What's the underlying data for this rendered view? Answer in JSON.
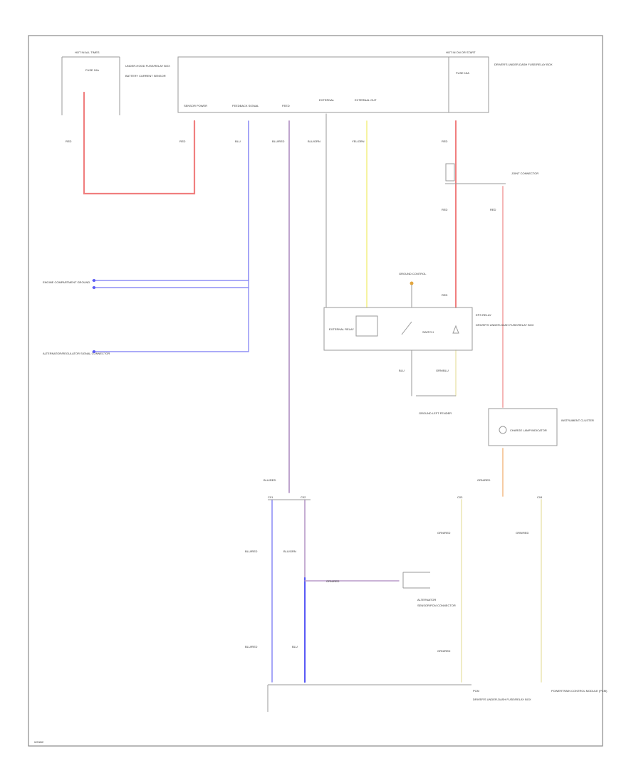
{
  "colors": {
    "red": "#f07f7f",
    "pink": "#f5b6b6",
    "blue": "#8f8ff5",
    "blue_dark": "#5b5bf5",
    "violet": "#b89ac8",
    "yellow": "#f3f08a",
    "cream": "#eeeac0",
    "gray": "#9a9a9a",
    "orange": "#f5c79a",
    "line": "#8a8a8a"
  },
  "labels": {
    "top_left_hdr": "HOT IN ALL TIMES",
    "fuse_small": "FUSE 10A",
    "fuse_small_desc": "BATTERY CURRENT SENSOR",
    "fuse_box_desc": "UNDER-HOOD FUSE/RELAY BOX",
    "top_right_hdr": "HOT IN ON OR START",
    "fuse_right": "FUSE 15A",
    "fuse_right_desc": "DRIVER'S UNDER-DASH FUSE/RELAY BOX",
    "pcm_pin1": "SENSOR POWER",
    "pcm_pin2": "FEEDBACK SIGNAL",
    "pcm_pin3": "FEED",
    "pcm_pin4": "EXTERNAL",
    "pcm_pin5": "EXTERNAL OUT",
    "w_red1": "RED",
    "w_red2": "RED",
    "w_blu": "BLU",
    "w_blu_red": "BLU/RED",
    "w_blu_grn": "BLU/GRN",
    "w_yel_grn": "YEL/GRN",
    "w_red3": "RED",
    "w_red4": "RED",
    "w_red5": "RED",
    "w_red6": "RED",
    "joint_conn": "JOINT CONNECTOR",
    "left_conn1": "ENGINE COMPARTMENT GROUND",
    "left_conn2": "ALTERNATOR/REGULATOR SIGNAL CONNECTOR",
    "ground_ctrl": "GROUND CONTROL",
    "relay_title": "EPS RELAY",
    "relay_coil": "EXTERNAL RELAY",
    "relay_switch": "SWITCH",
    "relay_desc": "DRIVER'S UNDER-DASH FUSE/RELAY BOX",
    "w_blu2": "BLU",
    "w_grn": "GRN/BLU",
    "ground_bottom": "GROUND LEFT FENDER",
    "indicator_box": "INSTRUMENT CLUSTER",
    "indicator_lamp": "CHARGE LAMP INDICATOR",
    "w_grn_red": "GRN/RED",
    "w_blu_red2": "BLU/RED",
    "w_blu_red3": "BLU/RED",
    "w_blu_grn2": "BLU/GRN",
    "w_blu3": "BLU",
    "w_blu_red4": "BLU/RED",
    "c_label_a": "C01",
    "c_label_b": "C02",
    "c_label_c": "C03",
    "c_label_d": "C04",
    "w_grn_red2": "GRN/RED",
    "w_grn_red3": "GRN/RED",
    "w_grn_red4": "GRN/RED",
    "w_grn_red5": "GRN/RED",
    "alt_conn": "ALTERNATOR",
    "alt_desc": "SENSOR/PCM CONNECTOR",
    "pcm_bottom": "PCM",
    "pcm_bottom_desc": "DRIVER'S UNDER-DASH FUSE/RELAY BOX",
    "right_bottom_desc": "POWERTRAIN CONTROL MODULE (PCM)",
    "footer": "W31B2"
  }
}
